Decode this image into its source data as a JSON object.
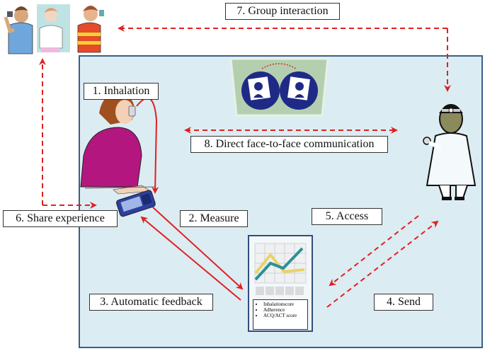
{
  "diagram": {
    "title": "Asthma inhaler monitoring and communication loop",
    "colors": {
      "arrow": "#e02020",
      "panel_bg": "#dcecf3",
      "panel_border": "#3b5f86",
      "chart_teal": "#2f8f95",
      "chart_yellow": "#e8d36a"
    },
    "actors": {
      "peer_group": "peer-group-inhaling",
      "patient": "patient-inhaling",
      "phone": "smartphone-device",
      "doctor": "doctor",
      "video_call": "face-to-face-video-call",
      "report": "report-sheet"
    },
    "steps": [
      {
        "id": 1,
        "text": "1. Inhalation"
      },
      {
        "id": 2,
        "text": "2. Measure"
      },
      {
        "id": 3,
        "text": "3. Automatic feedback"
      },
      {
        "id": 4,
        "text": "4. Send"
      },
      {
        "id": 5,
        "text": "5. Access"
      },
      {
        "id": 6,
        "text": "6. Share experience"
      },
      {
        "id": 7,
        "text": "7. Group interaction"
      },
      {
        "id": 8,
        "text": "8. Direct face-to-face communication"
      }
    ],
    "report_items": [
      "Inhalationscore",
      "Adherence",
      "ACQ/ACT score"
    ]
  }
}
